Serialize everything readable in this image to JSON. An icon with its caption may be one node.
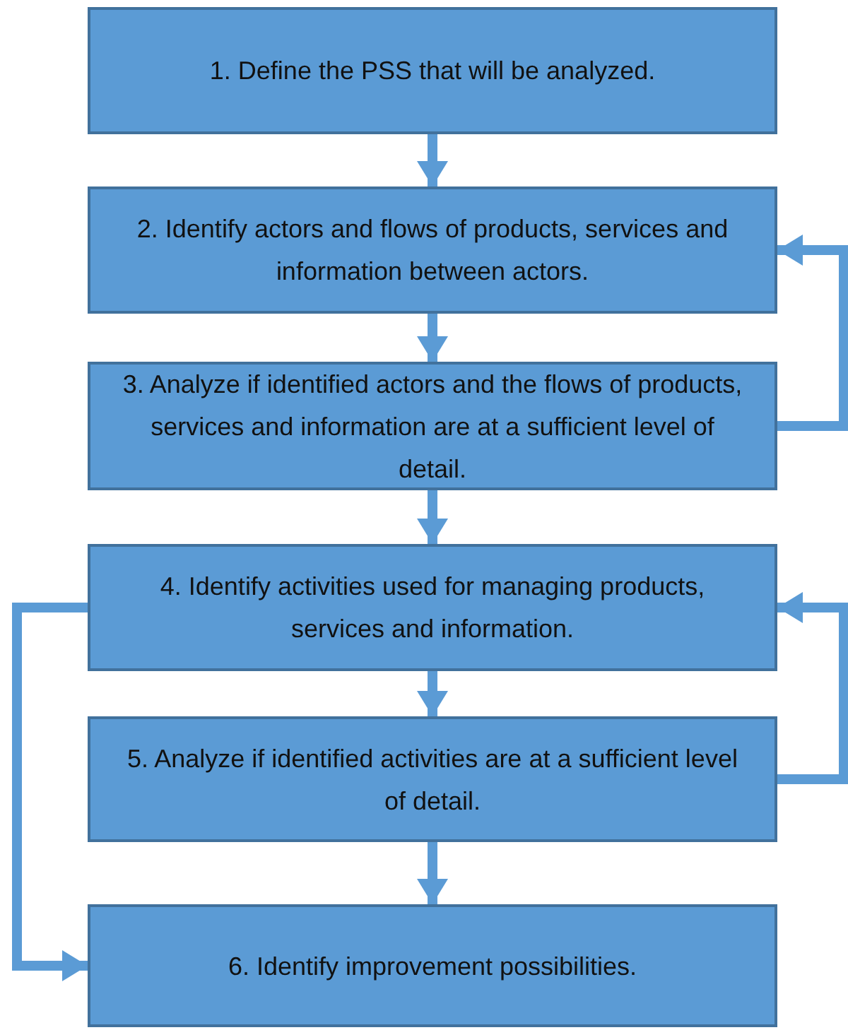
{
  "diagram": {
    "nodes": [
      {
        "text": [
          "1. Define the PSS that will be analyzed."
        ]
      },
      {
        "text": [
          "2. Identify actors and flows of products, services and information between actors."
        ]
      },
      {
        "text": [
          "3. Analyze if identified actors and the flows of products, services and information are at a sufficient level of detail."
        ]
      },
      {
        "text": [
          "4. Identify activities used for managing products, services and information."
        ]
      },
      {
        "text": [
          "5. Analyze if identified activities are at a sufficient level of detail."
        ]
      },
      {
        "text": [
          "6. Identify improvement possibilities."
        ]
      }
    ],
    "edges": [
      {
        "from": 0,
        "to": 1,
        "arrow": "to"
      },
      {
        "from": 1,
        "to": 2,
        "arrow": "to"
      },
      {
        "from": 2,
        "to": 3,
        "arrow": "to"
      },
      {
        "from": 3,
        "to": 4,
        "arrow": "to"
      },
      {
        "from": 4,
        "to": 5,
        "arrow": "to"
      },
      {
        "from": 2,
        "to": 1,
        "arrow": "to"
      },
      {
        "from": 4,
        "to": 3,
        "arrow": "to"
      },
      {
        "from": 3,
        "to": 5,
        "arrow": "to"
      }
    ]
  }
}
